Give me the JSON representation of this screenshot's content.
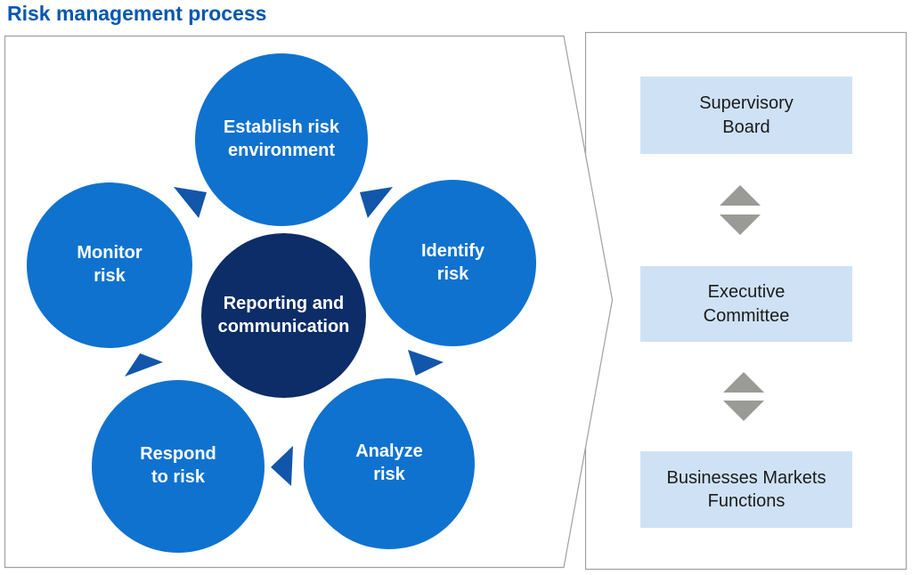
{
  "title": "Risk management process",
  "colors": {
    "title_text": "#0057b0",
    "circle_fill": "#0f72cf",
    "center_fill": "#0d2d68",
    "cycle_arrow_fill": "#1256aa",
    "box_fill": "#cfe2f5",
    "hierarchy_text": "#1b1b1b",
    "gray_arrow_fill": "#9a9a96",
    "frame_stroke": "#a0a0a0",
    "frame_fill": "#ffffff"
  },
  "process": {
    "center": {
      "label": "Reporting and\ncommunication"
    },
    "steps": [
      {
        "label": "Establish risk\nenvironment"
      },
      {
        "label": "Identify\nrisk"
      },
      {
        "label": "Analyze\nrisk"
      },
      {
        "label": "Respond\nto risk"
      },
      {
        "label": "Monitor\nrisk"
      }
    ]
  },
  "hierarchy": {
    "boxes": [
      {
        "label": "Supervisory\nBoard"
      },
      {
        "label": "Executive\nCommittee"
      },
      {
        "label": "Businesses Markets\nFunctions"
      }
    ]
  }
}
